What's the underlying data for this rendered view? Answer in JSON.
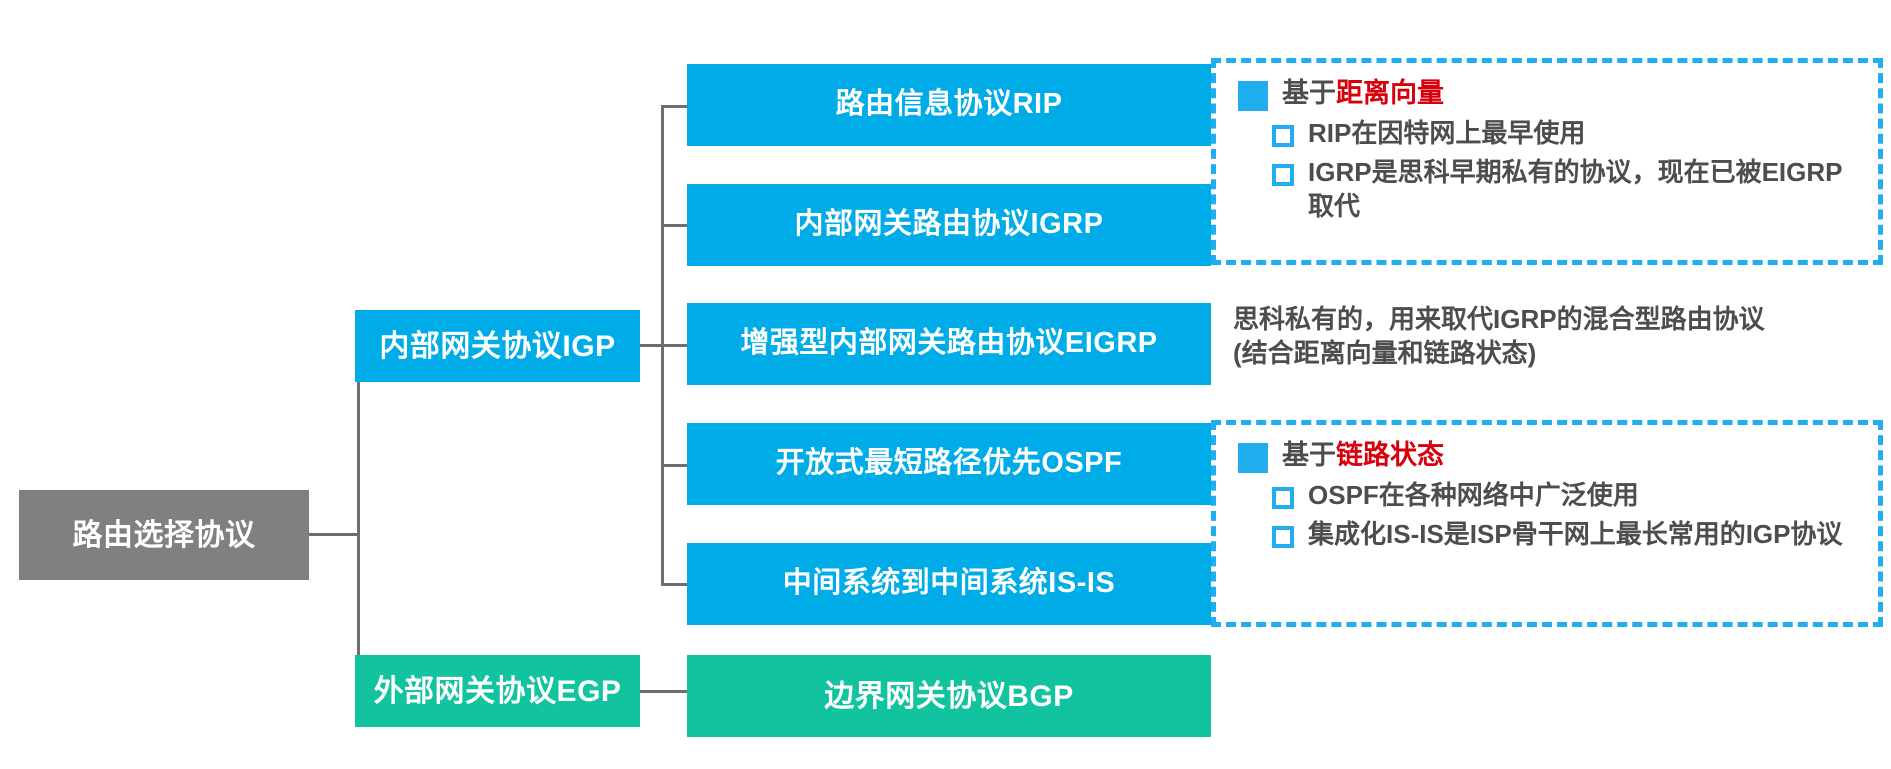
{
  "diagram": {
    "title": "路由选择协议",
    "root": {
      "label": "路由选择协议"
    },
    "categories": [
      {
        "label": "内部网关协议IGP"
      },
      {
        "label": "外部网关协议EGP"
      }
    ],
    "igp_protocols": [
      {
        "label": "路由信息协议RIP"
      },
      {
        "label": "内部网关路由协议IGRP"
      },
      {
        "label": "增强型内部网关路由协议EIGRP"
      },
      {
        "label": "开放式最短路径优先OSPF"
      },
      {
        "label": "中间系统到中间系统IS-IS"
      }
    ],
    "egp_protocols": [
      {
        "label": "边界网关协议BGP"
      }
    ],
    "annotations": {
      "distance_vector": {
        "title_prefix": "基于",
        "title_highlight": "距离向量",
        "bullets": [
          "RIP在因特网上最早使用",
          "IGRP是思科早期私有的协议，现在已被EIGRP取代"
        ]
      },
      "eigrp_note": {
        "line1": "思科私有的，用来取代IGRP的混合型路由协议",
        "line2": "(结合距离向量和链路状态)"
      },
      "link_state": {
        "title_prefix": "基于",
        "title_highlight": "链路状态",
        "bullets": [
          "OSPF在各种网络中广泛使用",
          "集成化IS-IS是ISP骨干网上最长常用的IGP协议"
        ]
      }
    },
    "colors": {
      "root_gray": "#808080",
      "primary_blue": "#00ACE8",
      "accent_blue": "#22AEEE",
      "green": "#12C3A0",
      "highlight_red": "#D9000D",
      "connector_gray": "#6e6e72",
      "text_dark": "#4d4d4d"
    }
  }
}
